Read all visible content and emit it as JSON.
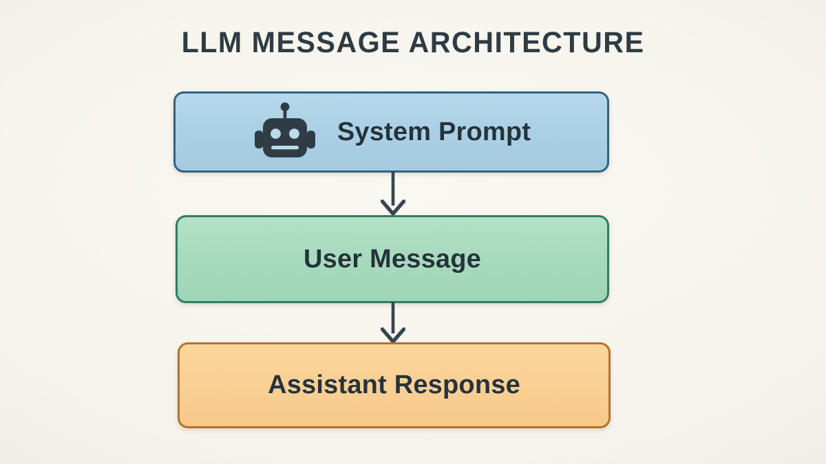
{
  "page": {
    "title": "LLM MESSAGE ARCHITECTURE",
    "background_color": "#f7f5ee",
    "title_color": "#2f3b43"
  },
  "diagram": {
    "type": "flowchart",
    "orientation": "vertical-top-to-bottom",
    "nodes": [
      {
        "id": "system-prompt",
        "label": "System Prompt",
        "icon": "robot-icon",
        "fill_color": "#aed3e8",
        "border_color": "#31617f",
        "text_color": "#25323a"
      },
      {
        "id": "user-message",
        "label": "User Message",
        "icon": null,
        "fill_color": "#a8dcbf",
        "border_color": "#2f7b64",
        "text_color": "#25323a"
      },
      {
        "id": "assistant-response",
        "label": "Assistant Response",
        "icon": null,
        "fill_color": "#fad094",
        "border_color": "#b5712c",
        "text_color": "#25323a"
      }
    ],
    "connectors": [
      {
        "id": "arrow-system-to-user",
        "from": "system-prompt",
        "to": "user-message",
        "color": "#36454f",
        "style": "solid-arrow-down"
      },
      {
        "id": "arrow-user-to-assistant",
        "from": "user-message",
        "to": "assistant-response",
        "color": "#36454f",
        "style": "solid-arrow-down"
      }
    ]
  }
}
